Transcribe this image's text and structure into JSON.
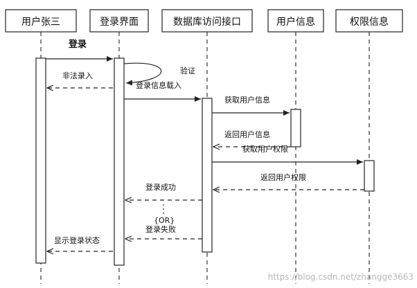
{
  "actors": [
    {
      "id": "user",
      "label": "用户张三"
    },
    {
      "id": "login",
      "label": "登录界面"
    },
    {
      "id": "db",
      "label": "数据库访问接口"
    },
    {
      "id": "userinfo",
      "label": "用户信息"
    },
    {
      "id": "perm",
      "label": "权限信息"
    }
  ],
  "action_label": "登录",
  "messages": {
    "illegal": "非法录入",
    "verify": "验证",
    "load": "登录信息载入",
    "get_user": "获取用户信息",
    "return_user": "返回用户信息",
    "get_perm": "获取用户权限",
    "return_perm": "返回用户权限",
    "login_ok": "登录成功",
    "or": "{OR}",
    "login_fail": "登录失败",
    "show_status": "显示登录状态"
  },
  "watermark": "https://blog.csdn.net/zhangge3663"
}
